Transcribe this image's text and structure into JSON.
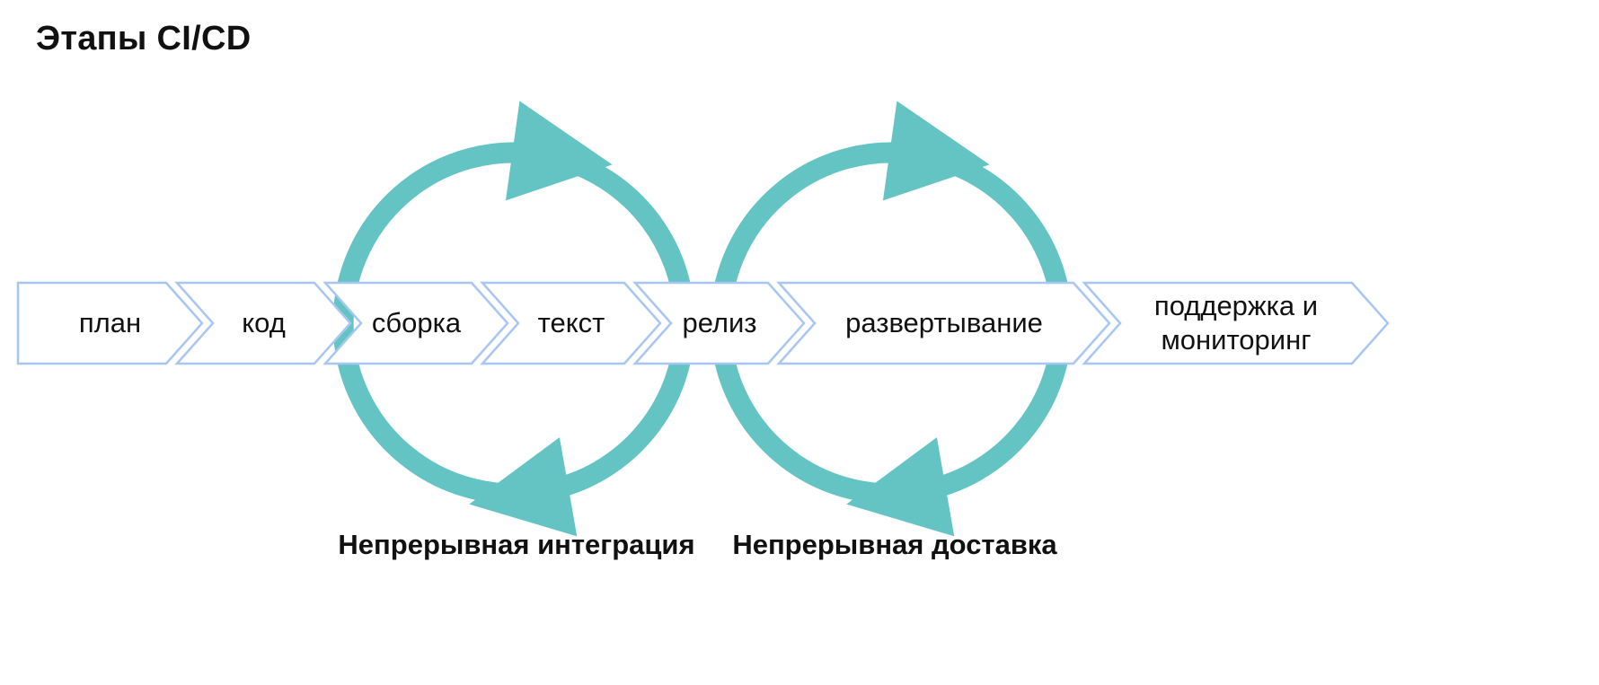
{
  "title": "Этапы CI/CD",
  "stages": [
    {
      "label": "план"
    },
    {
      "label": "код"
    },
    {
      "label": "сборка"
    },
    {
      "label": "текст"
    },
    {
      "label": "релиз"
    },
    {
      "label": "развертывание"
    },
    {
      "label": "поддержка и мониторинг"
    }
  ],
  "loops": {
    "ci": {
      "label": "Непрерывная интеграция"
    },
    "cd": {
      "label": "Непрерывная доставка"
    }
  },
  "colors": {
    "loop_teal": "#64c4c4",
    "chevron_border": "#a8c6f2",
    "text": "#111111",
    "background": "#ffffff"
  }
}
